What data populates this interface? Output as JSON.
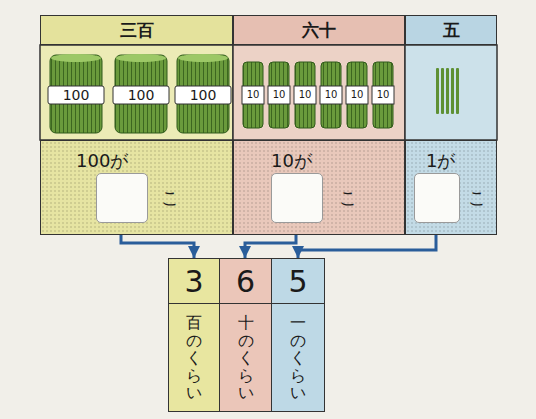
{
  "diagram": {
    "nodes": [
      {
        "text": [
          "三百"
        ]
      },
      {
        "text": [
          "六十"
        ]
      },
      {
        "text": [
          "五"
        ]
      },
      {
        "text": [
          "100が",
          "こ"
        ]
      },
      {
        "text": [
          "10が",
          "こ"
        ]
      },
      {
        "text": [
          "1が",
          "こ"
        ]
      },
      {
        "text": [
          "3"
        ]
      },
      {
        "text": [
          "6"
        ]
      },
      {
        "text": [
          "5"
        ]
      },
      {
        "text": [
          "百のくらい"
        ]
      },
      {
        "text": [
          "十のくらい"
        ]
      },
      {
        "text": [
          "一のくらい"
        ]
      }
    ],
    "edges": [
      {
        "from": 3,
        "to": 6,
        "arrow": "to"
      },
      {
        "from": 4,
        "to": 7,
        "arrow": "to"
      },
      {
        "from": 5,
        "to": 8,
        "arrow": "to"
      }
    ],
    "labels": [
      "100",
      "100",
      "100",
      "10",
      "10",
      "10",
      "10",
      "10",
      "10"
    ]
  }
}
